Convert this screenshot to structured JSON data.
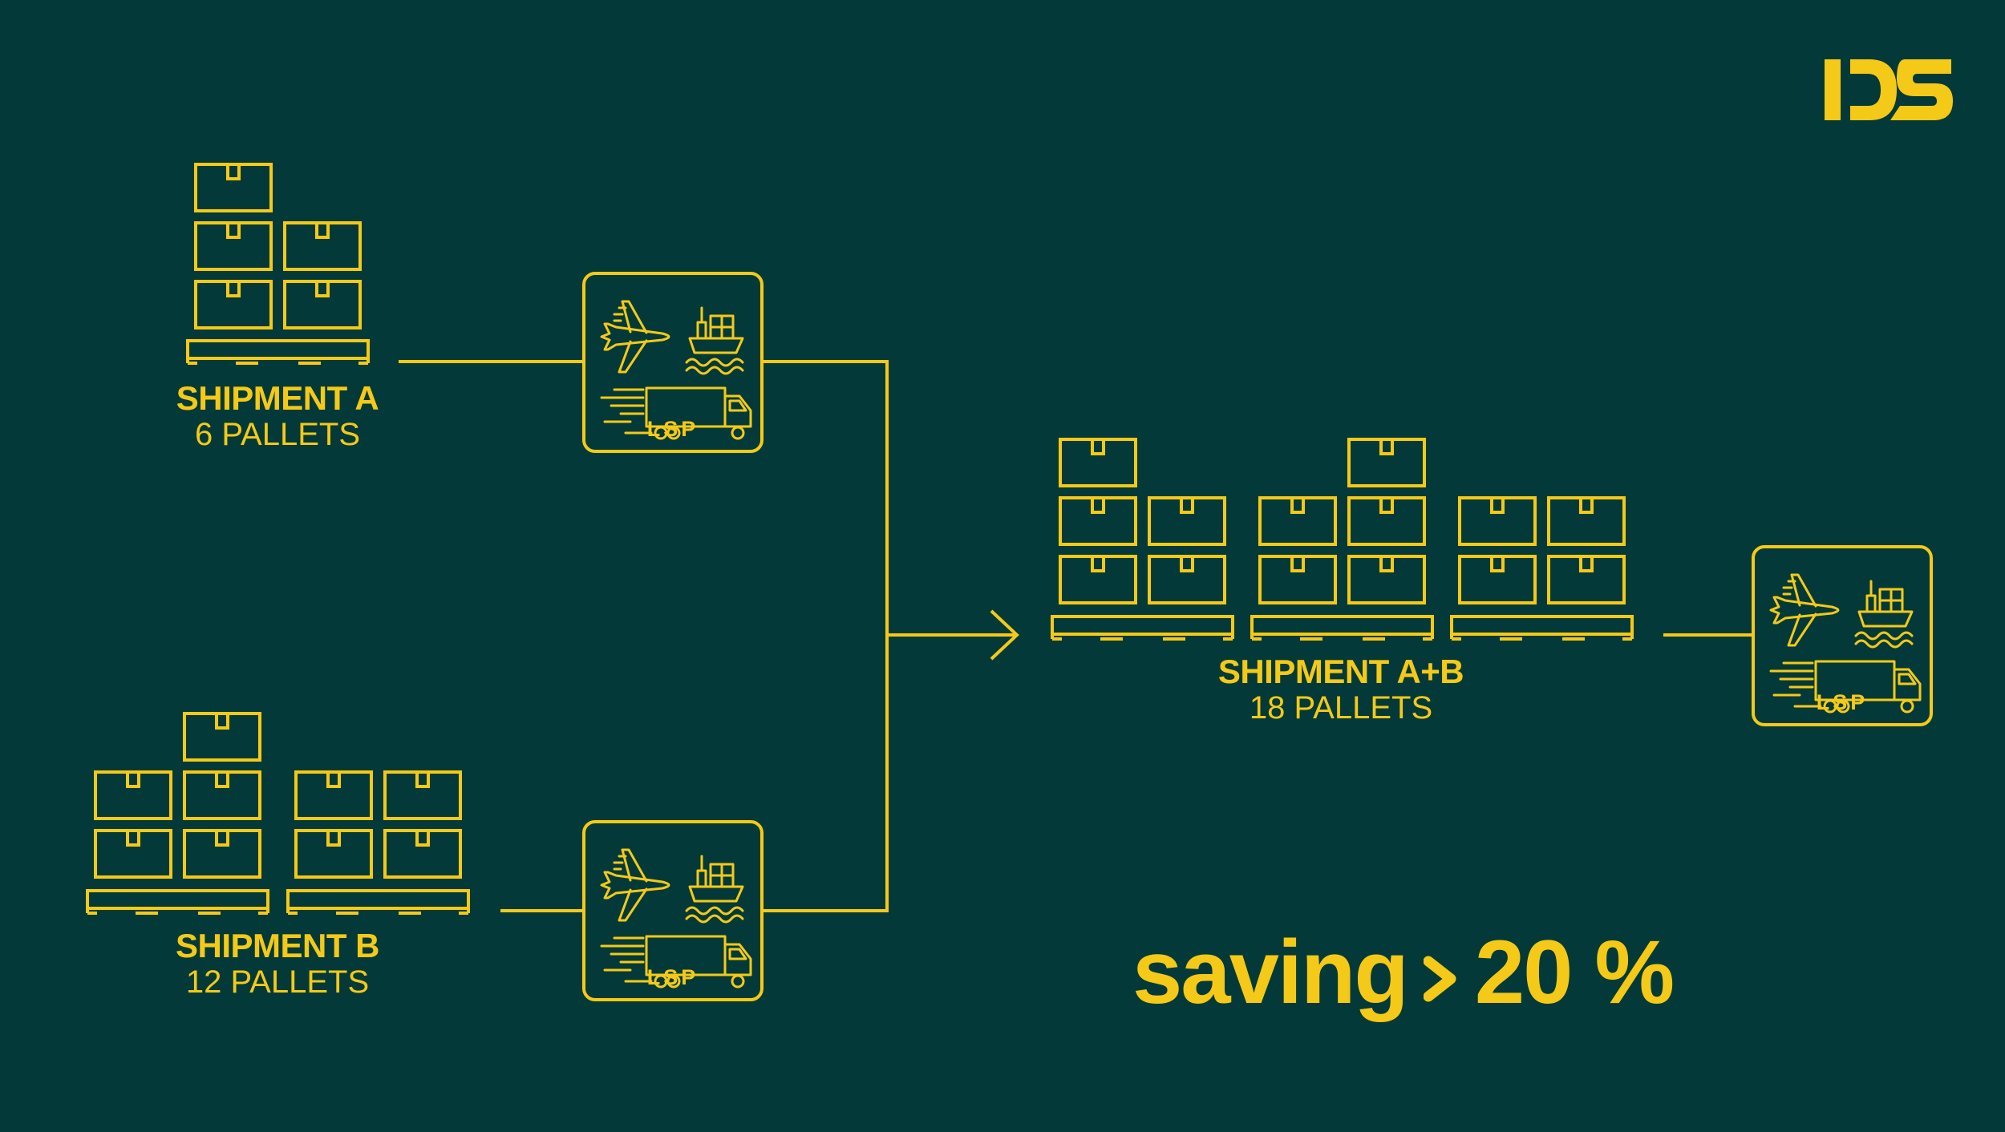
{
  "brand": {
    "logo_text": "IDS",
    "color": "#f5c918",
    "background": "#033a39"
  },
  "shipments": [
    {
      "id": "a",
      "name": "SHIPMENT A",
      "count": "6 PALLETS"
    },
    {
      "id": "b",
      "name": "SHIPMENT B",
      "count": "12 PALLETS"
    },
    {
      "id": "ab",
      "name": "SHIPMENT A+B",
      "count": "18 PALLETS"
    }
  ],
  "lsp_boxes": [
    {
      "label": "LSP",
      "icons": [
        "airplane-icon",
        "cargo-ship-icon",
        "truck-icon"
      ]
    },
    {
      "label": "LSP",
      "icons": [
        "airplane-icon",
        "cargo-ship-icon",
        "truck-icon"
      ]
    },
    {
      "label": "LSP",
      "icons": [
        "airplane-icon",
        "cargo-ship-icon",
        "truck-icon"
      ]
    }
  ],
  "saving": {
    "word": "saving",
    "value": "20 %",
    "comparator_icon": "chevron-right-icon"
  }
}
